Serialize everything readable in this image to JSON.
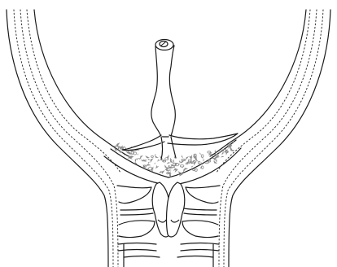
{
  "figure": {
    "background": "#ffffff",
    "line_color": "#1a1a1a",
    "dotted_color": "#333333",
    "fill_color": "#ffffff",
    "granule_color": "#8a8a8a",
    "components": [
      "outer-shell",
      "dotted-inner-layers",
      "inner-shell",
      "stem-tube",
      "stem-opening",
      "stem-roots",
      "granular-mass",
      "lower-folds",
      "central-bulbs",
      "stalk"
    ]
  }
}
